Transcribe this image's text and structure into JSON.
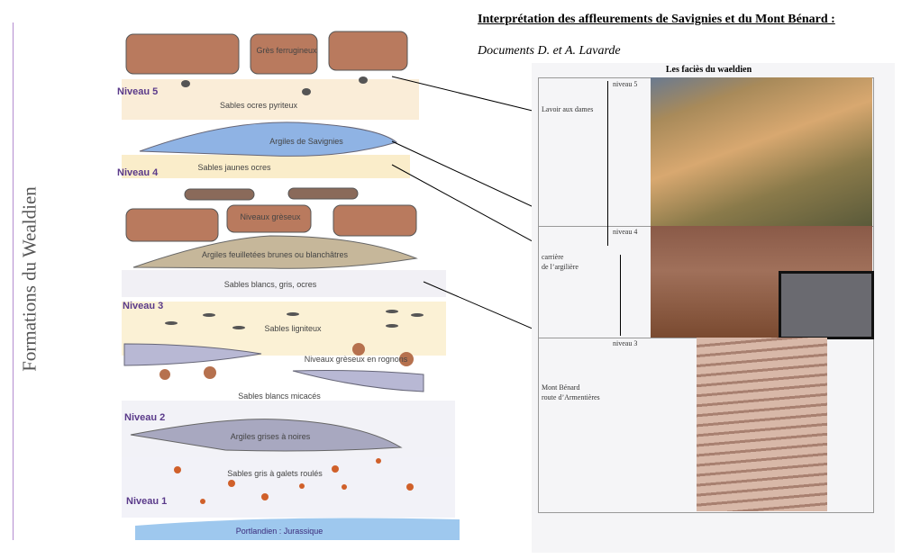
{
  "side_title": "Formations du Wealdien",
  "header": {
    "title": "Interprétation des affleurements de Savignies et du Mont Bénard :",
    "credit": "Documents D. et A. Lavarde"
  },
  "diagram": {
    "levels": [
      "Niveau 5",
      "Niveau 4",
      "Niveau 3",
      "Niveau 2",
      "Niveau 1"
    ],
    "layers": {
      "gres_ferrugineux": "Grès ferrugineux",
      "sables_ocres": "Sables ocres pyriteux",
      "argiles_savignies": "Argiles de Savignies",
      "sables_jaunes": "Sables jaunes ocres",
      "niveaux_greseux": "Niveaux grèseux",
      "argiles_feuilletees": "Argiles feuilletées brunes ou blanchâtres",
      "sables_blancs_gris": "Sables blancs, gris, ocres",
      "sables_ligniteux": "Sables ligniteux",
      "rognons": "Niveaux grèseux en rognons",
      "sables_micaces": "Sables blancs micacés",
      "argiles_grises": "Argiles grises à noires",
      "sables_galets": "Sables gris à galets roulés",
      "portlandien": "Portlandien : Jurassique"
    }
  },
  "panel": {
    "title": "Les faciès du waeldien",
    "niveaux": [
      "niveau 5",
      "niveau 4",
      "niveau 3"
    ],
    "sites": [
      {
        "name": "Lavoir aux dames"
      },
      {
        "name": "carrière",
        "name2": "de l’argilière"
      },
      {
        "name": "Mont Bénard",
        "name2": "route d’Armentières"
      }
    ]
  }
}
